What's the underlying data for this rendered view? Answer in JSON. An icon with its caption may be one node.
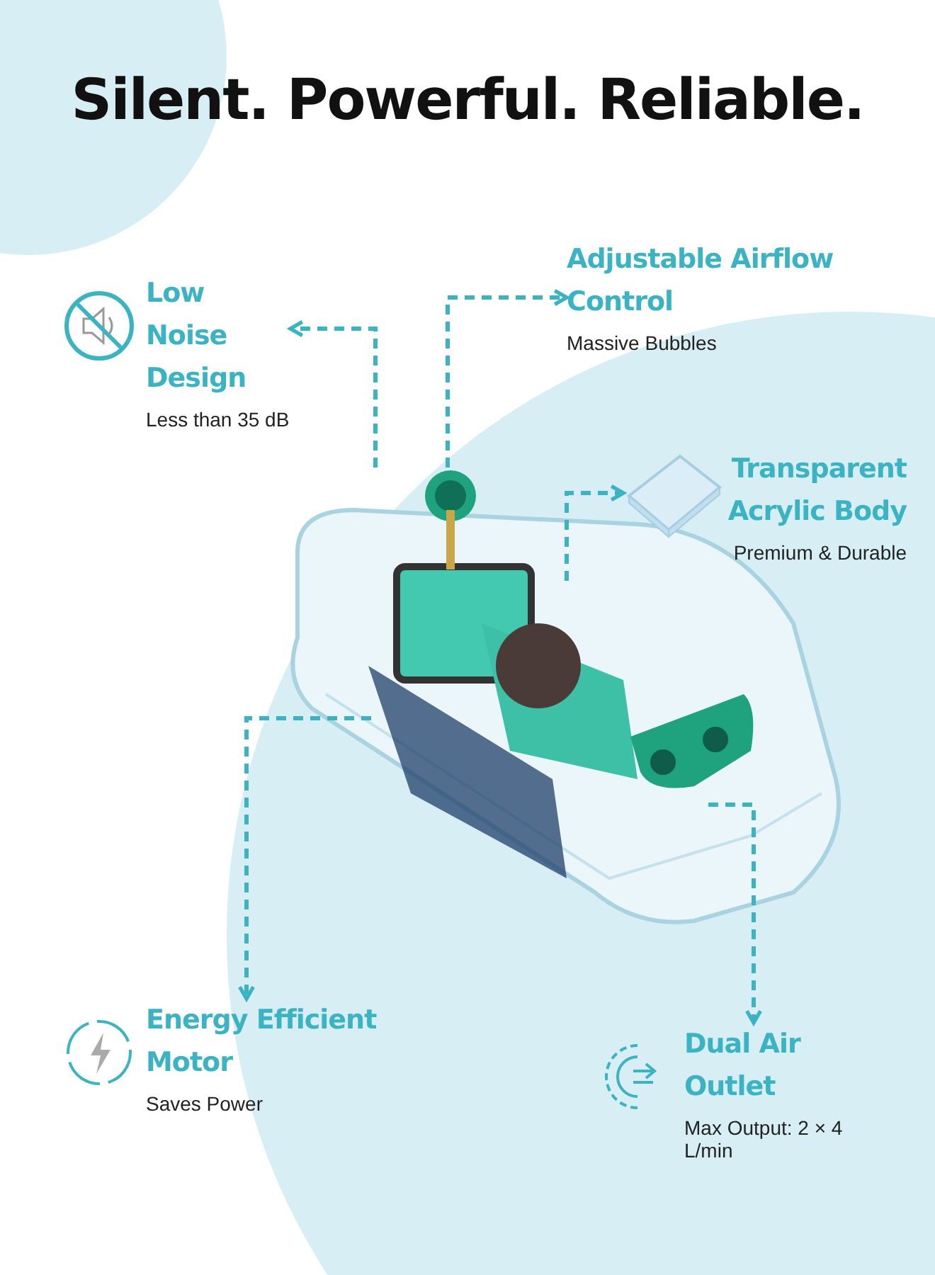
{
  "diagram": {
    "title": "Silent. Powerful. Reliable.",
    "nodes": [
      {
        "text": [],
        "shape": "picture"
      },
      {
        "text": [
          "Low Noise Design",
          "Less than 35 dB"
        ]
      },
      {
        "text": [
          "Adjustable Airflow Control",
          "Massive Bubbles"
        ]
      },
      {
        "text": [],
        "shape": "picture"
      },
      {
        "text": [
          "Transparent Acrylic Body",
          "Premium & Durable"
        ]
      },
      {
        "text": [
          "Energy Efficient Motor",
          "Saves Power"
        ]
      },
      {
        "text": [
          "Dual Air Outlet",
          "Max Output: 2 × 4 L/min"
        ]
      }
    ],
    "edges": [
      {
        "from": 0,
        "to": 1,
        "arrow": "to"
      },
      {
        "from": 0,
        "to": 2,
        "arrow": "to"
      },
      {
        "from": 0,
        "to": 3,
        "arrow": "to"
      },
      {
        "from": 0,
        "to": 5,
        "arrow": "to"
      },
      {
        "from": 0,
        "to": 6,
        "arrow": "to"
      }
    ]
  }
}
